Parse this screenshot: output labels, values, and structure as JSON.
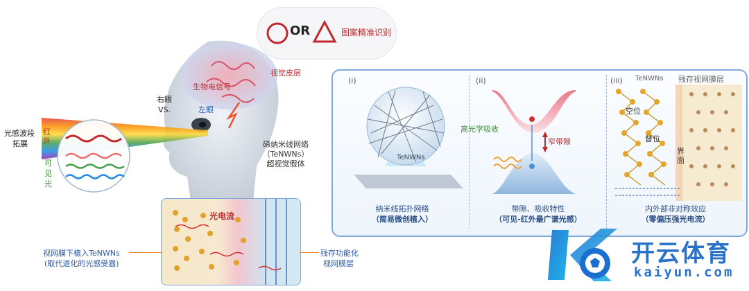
{
  "top": {
    "or_text": "OR",
    "recognition_label": "图案精准识别"
  },
  "brain": {
    "visual_cortex": "视觉皮层",
    "bio_signal": "生物电信号"
  },
  "eyes": {
    "right_eye": "右眼",
    "vs": "VS.",
    "left_eye": "左眼"
  },
  "spectrum": {
    "band_ext_line1": "光感波段",
    "band_ext_line2": "拓展",
    "ir": "红外",
    "visible": "可见光"
  },
  "implant": {
    "line1": "碲纳米线网络",
    "line2": "（TeNWNs）",
    "line3": "超视觉假体"
  },
  "retina": {
    "photocurrent": "光电流",
    "implant_line1": "视网膜下植入TeNWNs",
    "implant_line2": "(取代退化的光感受器)",
    "residual_line1": "残存功能化",
    "residual_line2": "视网膜层"
  },
  "panel": {
    "i": {
      "num": "(i)",
      "label": "TeNWNs",
      "cap1": "纳米线拓扑网络",
      "cap2": "（简易微创植入）"
    },
    "ii": {
      "num": "(ii)",
      "high_abs": "高光学吸收",
      "narrow_gap": "窄带隙",
      "cap1": "带隙、吸收特性",
      "cap2": "（可见-红外最广谱光感）"
    },
    "iii": {
      "num": "(iii)",
      "tenwns": "TeNWNs",
      "residual": "残存视网膜层",
      "vacancy": "空位",
      "antisite": "替位",
      "interface": "界面",
      "cap1": "内外部非对称效应",
      "cap2": "（零偏压强光电流）"
    }
  },
  "logo": {
    "name": "开云体育",
    "url": "kaiyun.com"
  },
  "colors": {
    "accent_blue": "#2b5aa8",
    "accent_red": "#c0282e",
    "panel_border": "#7fa8d8"
  }
}
